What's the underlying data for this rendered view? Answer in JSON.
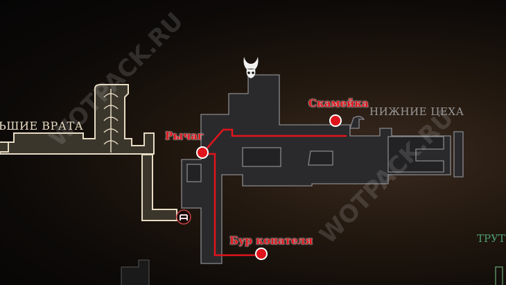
{
  "map": {
    "areas": {
      "great_gates": "ЬШИЕ ВРАТА",
      "lower_workshops": "НИЖНИЕ ЦЕХА",
      "edge_area": "ТРУТ"
    },
    "markers": [
      {
        "label": "Рычаг",
        "icon": "lever-marker-icon"
      },
      {
        "label": "Скамейка",
        "icon": "bench-marker-icon"
      },
      {
        "label": "Бур копателя",
        "icon": "drill-marker-icon"
      }
    ],
    "icons": [
      "player-knight-icon",
      "bench-icon"
    ],
    "watermark": "WOTPACK.RU",
    "colors": {
      "route": "#e0141c",
      "explored_outline": "#e8dcc4",
      "room_fill": "#2a2a2c",
      "room_outline": "#8a8a8e"
    }
  }
}
